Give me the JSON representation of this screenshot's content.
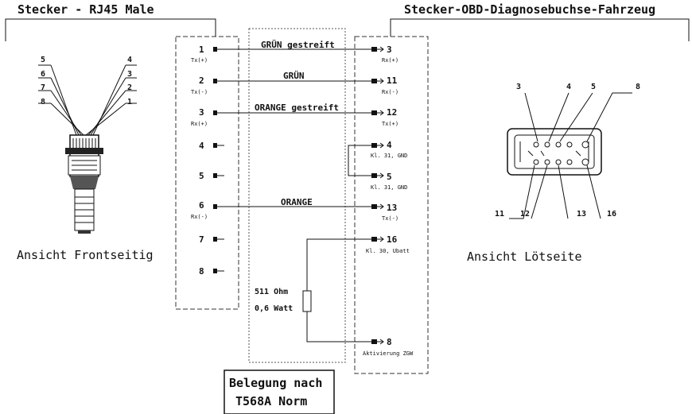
{
  "headers": {
    "left": "Stecker - RJ45 Male",
    "right": "Stecker-OBD-Diagnosebuchse-Fahrzeug"
  },
  "captions": {
    "left": "Ansicht Frontseitig",
    "right": "Ansicht Lötseite"
  },
  "rj45_plug_labels": [
    "5",
    "4",
    "6",
    "3",
    "7",
    "2",
    "8",
    "1"
  ],
  "rj45_pins": [
    {
      "num": "1",
      "sub": "Tx(+)"
    },
    {
      "num": "2",
      "sub": "Tx(-)"
    },
    {
      "num": "3",
      "sub": "Rx(+)"
    },
    {
      "num": "4",
      "sub": ""
    },
    {
      "num": "5",
      "sub": ""
    },
    {
      "num": "6",
      "sub": "Rx(-)"
    },
    {
      "num": "7",
      "sub": ""
    },
    {
      "num": "8",
      "sub": ""
    }
  ],
  "obd_pins": [
    {
      "num": "3",
      "sub": "Rx(+)"
    },
    {
      "num": "11",
      "sub": "Rx(-)"
    },
    {
      "num": "12",
      "sub": "Tx(+)"
    },
    {
      "num": "4",
      "sub": "Kl. 31, GND"
    },
    {
      "num": "5",
      "sub": "Kl. 31, GND"
    },
    {
      "num": "13",
      "sub": "Tx(-)"
    },
    {
      "num": "16",
      "sub": "Kl. 30, Ubatt"
    },
    {
      "num": "8",
      "sub": "Aktivierung ZGW"
    }
  ],
  "wires": [
    "GRÜN gestreift",
    "GRÜN",
    "ORANGE gestreift",
    "ORANGE"
  ],
  "resistor": {
    "value": "511 Ohm",
    "power": "0,6 Watt"
  },
  "norm": {
    "line1": "Belegung nach",
    "line2": "T568A Norm"
  },
  "obd_socket_labels": {
    "top": [
      "3",
      "4",
      "5",
      "8"
    ],
    "bottom": [
      "11",
      "12",
      "13",
      "16"
    ]
  }
}
